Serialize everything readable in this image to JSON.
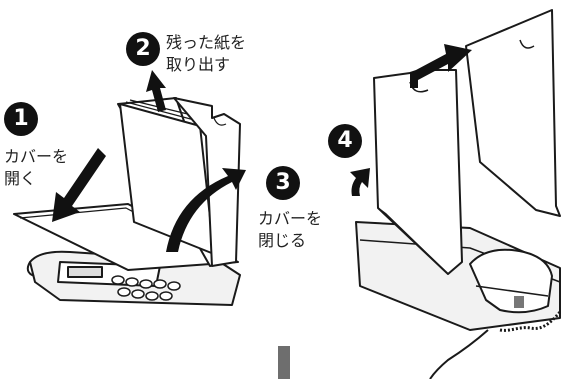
{
  "steps": [
    {
      "number": "1",
      "lines": [
        "カバーを",
        "開く"
      ]
    },
    {
      "number": "2",
      "lines": [
        "残った紙を",
        "取り出す"
      ]
    },
    {
      "number": "3",
      "lines": [
        "カバーを",
        "閉じる"
      ]
    },
    {
      "number": "4",
      "lines": []
    }
  ],
  "colors": {
    "ink": "#111111",
    "outline": "#1a1a1a",
    "fill": "#ffffff",
    "shade": "#dcdcdc",
    "bar": "#6e6e6e"
  }
}
